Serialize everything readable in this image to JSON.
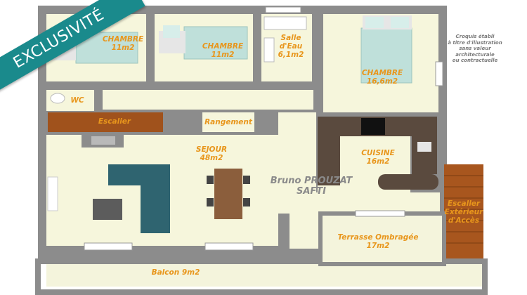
{
  "badge": "EXCLUSIVITÉ",
  "rooms": {
    "chambre1": {
      "name": "CHAMBRE",
      "area": "11m2"
    },
    "chambre2": {
      "name": "CHAMBRE",
      "area": "11m2"
    },
    "salle_eau": {
      "name_line1": "Salle",
      "name_line2": "d'Eau",
      "area": "6,1m2"
    },
    "chambre3": {
      "name": "CHAMBRE",
      "area": "16,6m2"
    },
    "wc": {
      "name": "WC"
    },
    "escalier": {
      "name": "Escalier"
    },
    "rangement": {
      "name": "Rangement"
    },
    "sejour": {
      "name": "SEJOUR",
      "area": "48m2"
    },
    "cuisine": {
      "name": "CUISINE",
      "area": "16m2"
    },
    "escalier_ext": {
      "line1": "Escaller",
      "line2": "Extérieur",
      "line3": "d'Accès"
    },
    "terrasse": {
      "name": "Terrasse Ombragée",
      "area": "17m2"
    },
    "balcon": {
      "name": "Balcon 9m2"
    }
  },
  "agent": {
    "name": "Bruno PROUZAT",
    "company": "SAFTI"
  },
  "disclaimer": [
    "Croquis établi",
    "à titre d'illustration",
    "sans valeur",
    "architecturale",
    "ou contractuelle"
  ],
  "colors": {
    "wall": "#8c8c8c",
    "floor": "#f6f6dc",
    "label": "#e8961c",
    "ribbon": "#1a8a8c",
    "sofa": "#2f6470",
    "stair_wood": "#a0521c",
    "counter": "#5a4a3e",
    "bed": "#bfe0da"
  }
}
